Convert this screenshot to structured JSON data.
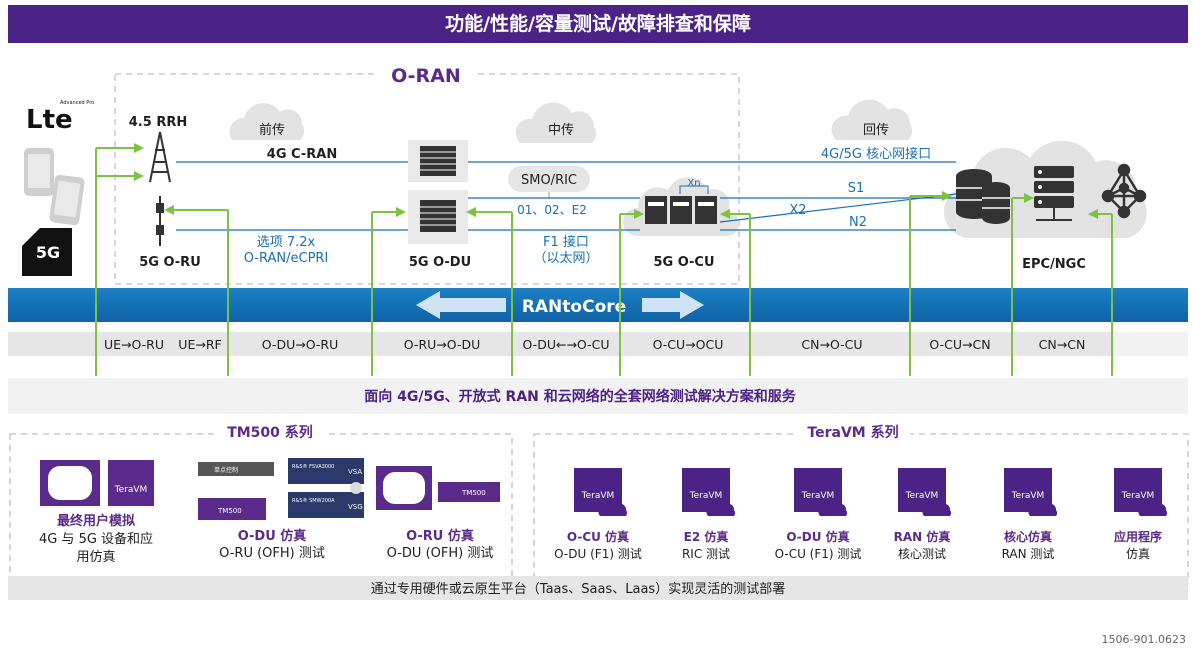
{
  "header": {
    "title": "功能/性能/容量测试/故障排查和保障"
  },
  "oran": {
    "title": "O-RAN",
    "clouds": [
      "前传",
      "中传",
      "回传"
    ],
    "nodes": {
      "rrh": "4.5 RRH",
      "oru": "5G O-RU",
      "odu": "5G O-DU",
      "ocu": "5G O-CU",
      "epc": "EPC/NGC",
      "smo": "SMO/RIC"
    },
    "links": {
      "cran": "4G C-RAN",
      "opt1": "选项 7.2x",
      "opt2": "O-RAN/eCPRI",
      "o12": "01、02、E2",
      "f1a": "F1 接口",
      "f1b": "（以太网）",
      "xn": "Xn",
      "core": "4G/5G 核心网接口",
      "s1": "S1",
      "x2": "X2",
      "n2": "N2"
    }
  },
  "rantocore": {
    "label": "RANtoCore"
  },
  "test_strip": [
    "UE→O-RU",
    "UE→RF",
    "O-DU→O-RU",
    "O-RU→O-DU",
    "O-DU←→O-CU",
    "O-CU→OCU",
    "CN→O-CU",
    "O-CU→CN",
    "CN→CN"
  ],
  "solutions": {
    "banner": "面向 4G/5G、开放式 RAN 和云网络的全套网络测试解决方案和服务"
  },
  "tm500": {
    "title": "TM500 系列",
    "items": [
      {
        "title": "最终用户模拟",
        "desc1": "4G 与 5G 设备和应",
        "desc2": "用仿真"
      },
      {
        "title": "O-DU 仿真",
        "desc1": "O-RU (OFH) 测试"
      },
      {
        "title": "O-RU 仿真",
        "desc1": "O-DU (OFH) 测试"
      }
    ],
    "device_labels": {
      "single": "单点控制",
      "fsva": "R&S® FSVA3000",
      "vsa": "VSA",
      "smw": "R&S® SMW200A",
      "vsg": "VSG",
      "tm500": "TM500"
    }
  },
  "teravm": {
    "title": "TeraVM 系列",
    "brand": "TeraVM",
    "items": [
      {
        "title": "O-CU 仿真",
        "desc": "O-DU (F1) 测试"
      },
      {
        "title": "E2 仿真",
        "desc": "RIC 测试"
      },
      {
        "title": "O-DU 仿真",
        "desc": "O-CU (F1) 测试"
      },
      {
        "title": "RAN 仿真",
        "desc": "核心测试"
      },
      {
        "title": "核心仿真",
        "desc": "RAN 测试"
      },
      {
        "title": "应用程序",
        "desc": "仿真"
      }
    ]
  },
  "footer": {
    "deploy": "通过专用硬件或云原生平台（Taas、Saas、Laas）实现灵活的测试部署",
    "code": "1506-901.0623"
  },
  "logos": {
    "lte": "Lte",
    "lte_sup": "Advanced Pro",
    "fiveg": "5G"
  },
  "colors": {
    "purple": "#4b2286",
    "blue": "#1a6fb5",
    "green": "#7dc242",
    "grey": "#e6e6e6"
  }
}
